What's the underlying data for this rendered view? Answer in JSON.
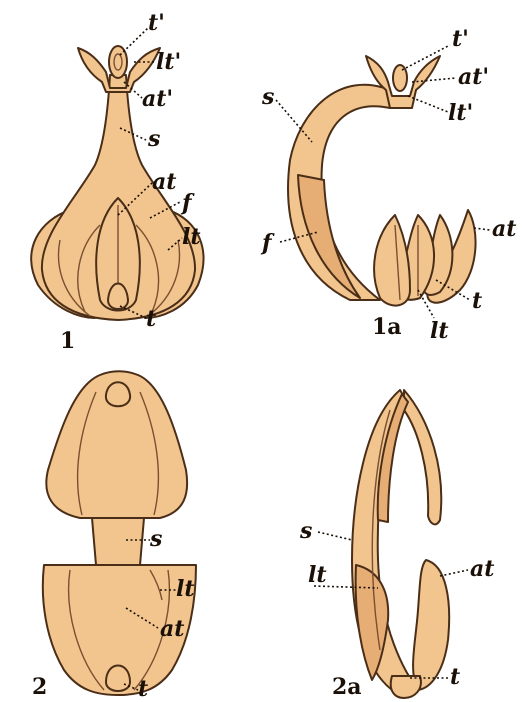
{
  "figures": [
    {
      "id": "fig1",
      "number": "1",
      "labels": {
        "t_prime": "t'",
        "lt_prime": "lt'",
        "at_prime": "at'",
        "s": "s",
        "at": "at",
        "f": "f",
        "lt": "lt",
        "t": "t"
      }
    },
    {
      "id": "fig1a",
      "number": "1a",
      "labels": {
        "t_prime": "t'",
        "at_prime": "at'",
        "lt_prime": "lt'",
        "s": "s",
        "f": "f",
        "at": "at",
        "t": "t",
        "lt": "lt"
      }
    },
    {
      "id": "fig2",
      "number": "2",
      "labels": {
        "s": "s",
        "lt": "lt",
        "at": "at",
        "t": "t"
      }
    },
    {
      "id": "fig2a",
      "number": "2a",
      "labels": {
        "s": "s",
        "lt": "lt",
        "at": "at",
        "t": "t"
      }
    }
  ],
  "colors": {
    "fill": "#f2c48e",
    "outline": "#4a2e18",
    "text": "#1a1008"
  }
}
